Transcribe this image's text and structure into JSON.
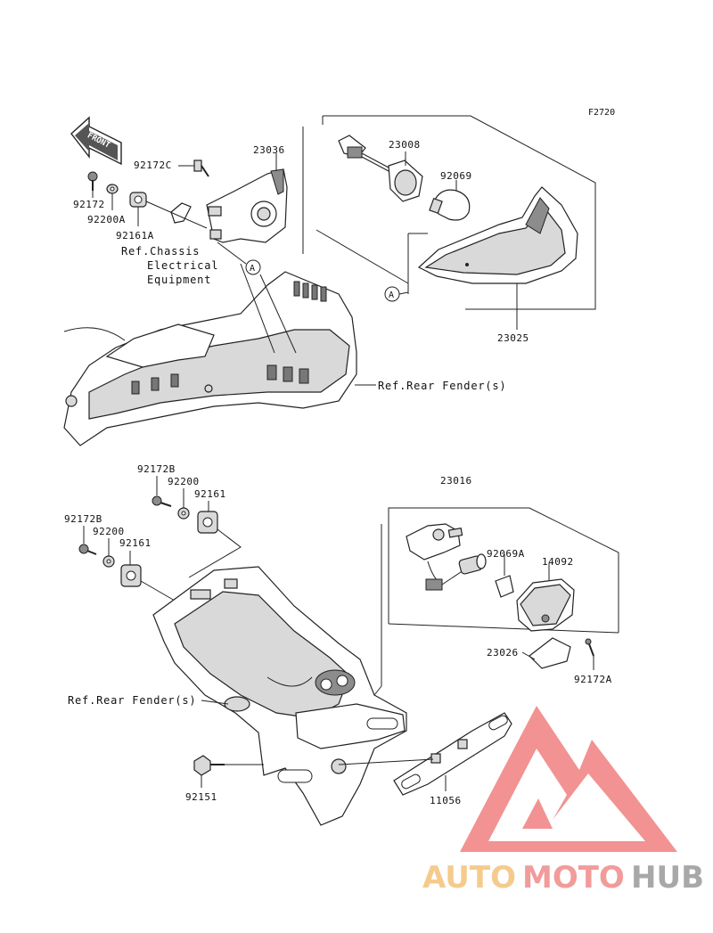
{
  "figure_code": "F2720",
  "front_label": "FRONT",
  "circle_marker": "A",
  "parts_upper": {
    "p23036": "23036",
    "p23008": "23008",
    "p92069": "92069",
    "p92172C": "92172C",
    "p92172": "92172",
    "p92200A": "92200A",
    "p92161A": "92161A",
    "p23025": "23025"
  },
  "refs": {
    "chassis_1": "Ref.Chassis",
    "chassis_2": "Electrical",
    "chassis_3": "Equipment",
    "rear_fender_upper": "Ref.Rear Fender(s)",
    "rear_fender_lower": "Ref.Rear Fender(s)"
  },
  "parts_lower": {
    "p92172B_a": "92172B",
    "p92200_a": "92200",
    "p92161_a": "92161",
    "p92172B_b": "92172B",
    "p92200_b": "92200",
    "p92161_b": "92161",
    "p23016": "23016",
    "p92069A": "92069A",
    "p14092": "14092",
    "p23026": "23026",
    "p92172A": "92172A",
    "p92151": "92151",
    "p11056": "11056"
  },
  "watermark": {
    "auto": "AUTO",
    "moto": "MOTO",
    "hub": "HUB",
    "color_triangle": "#f08080",
    "color_auto": "#f4c27a",
    "color_hub": "#9a9a9a"
  }
}
